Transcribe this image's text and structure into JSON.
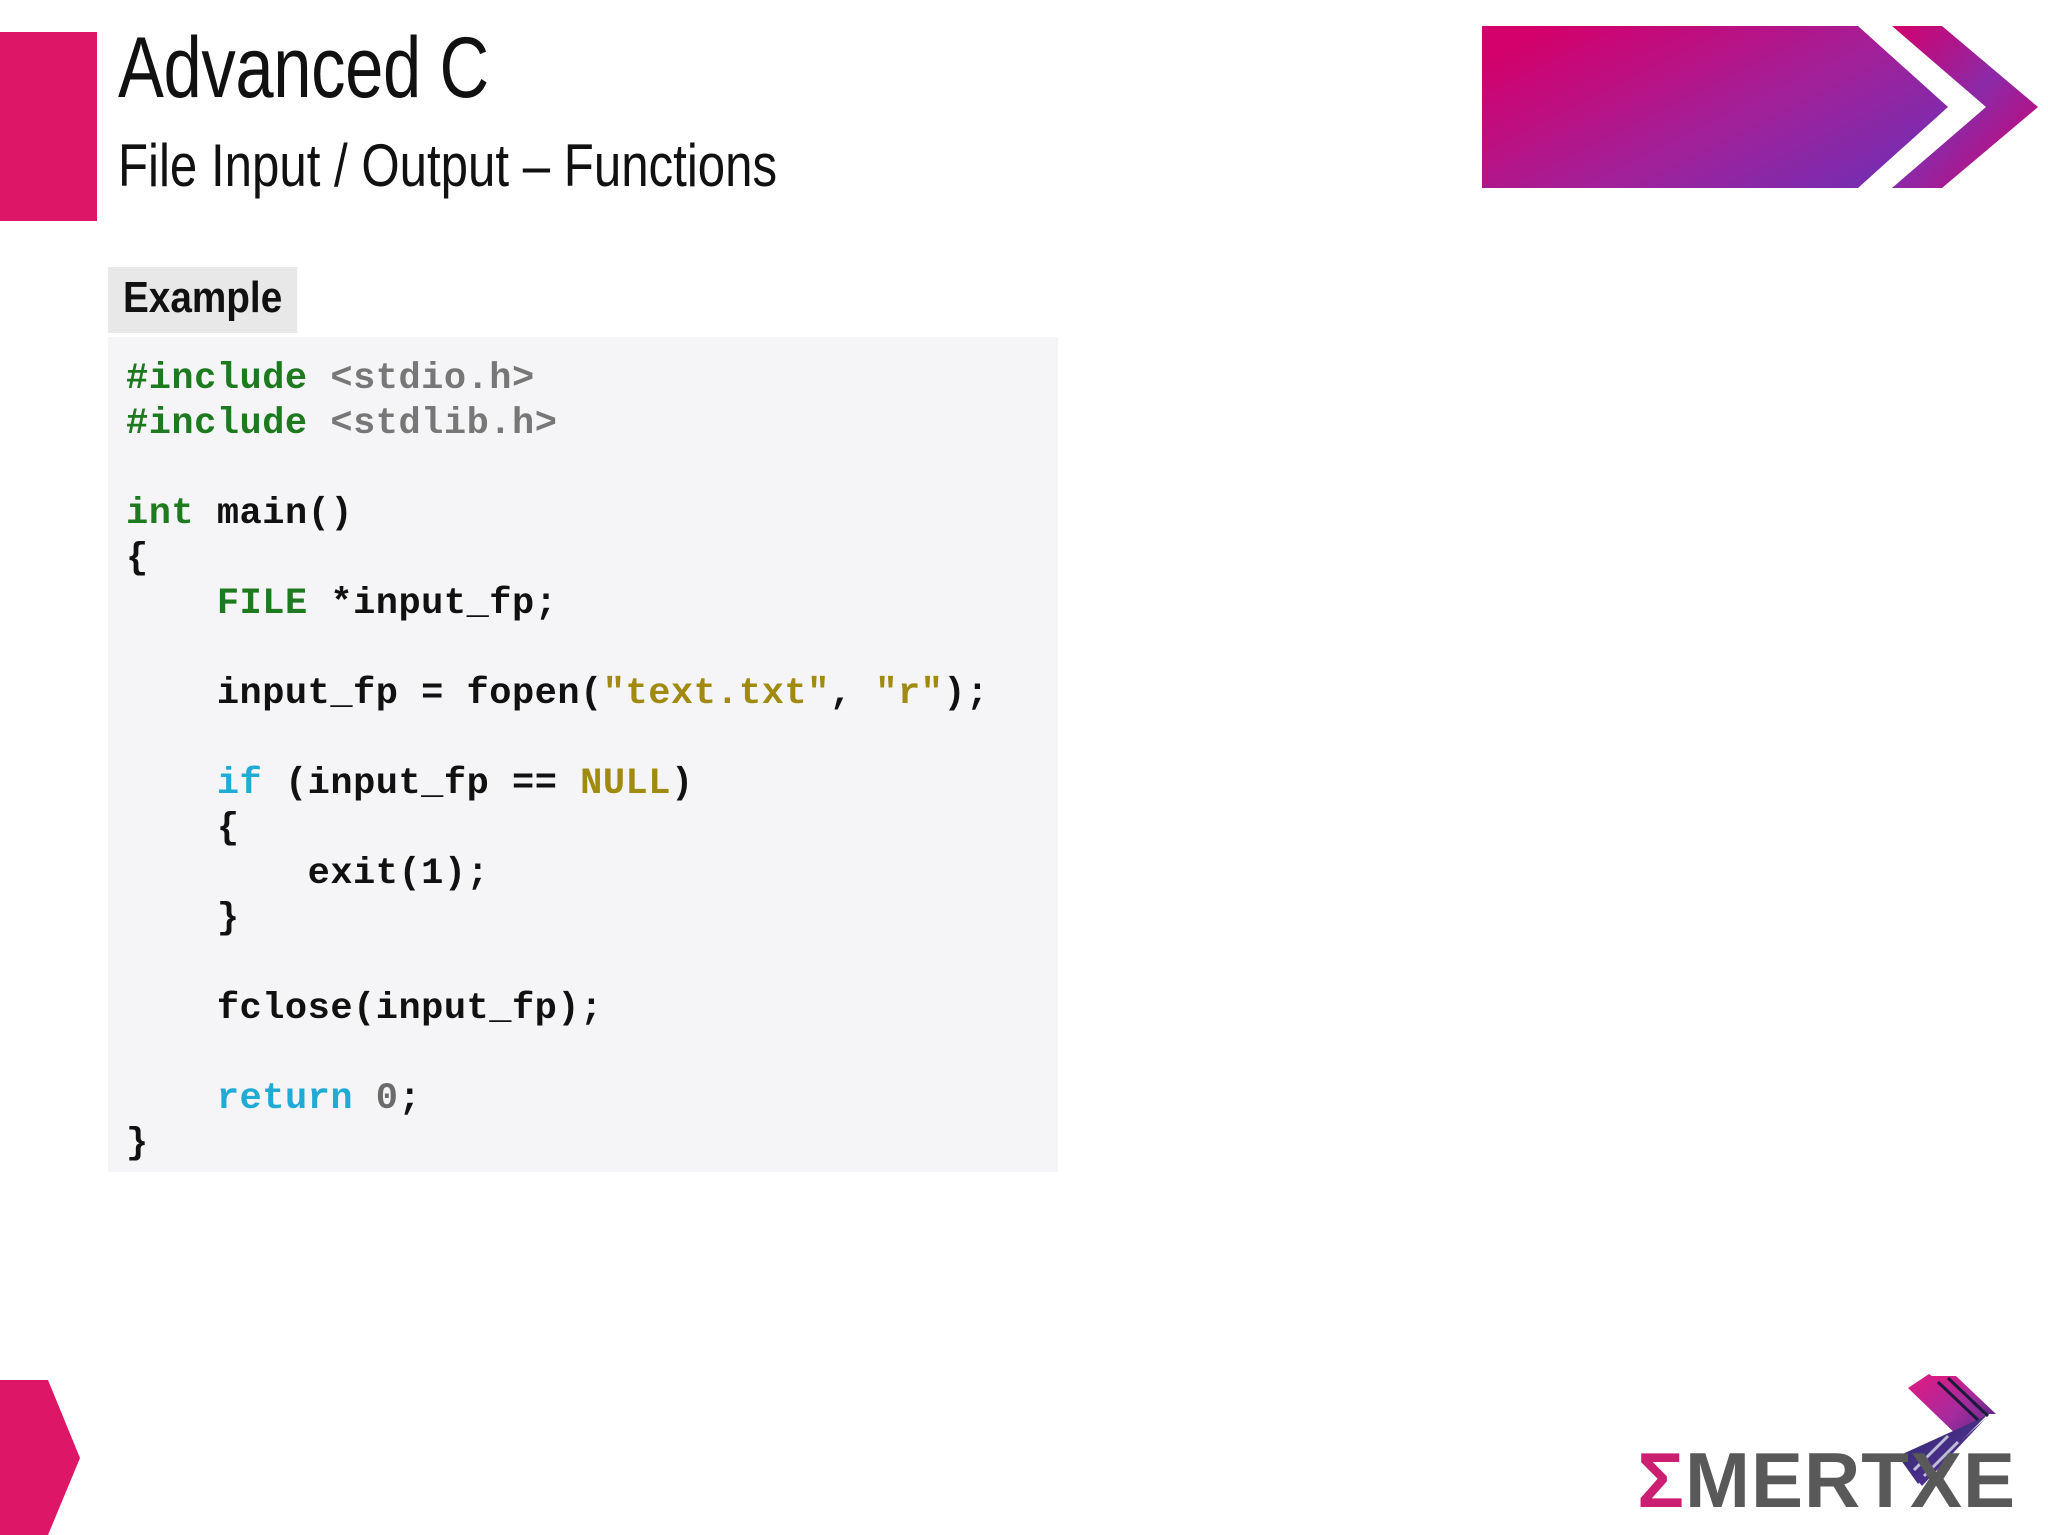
{
  "header": {
    "title": "Advanced C",
    "subtitle": "File Input / Output – Functions",
    "accent_color": "#dd1667",
    "arrow_gradient_from": "#d4006b",
    "arrow_gradient_to": "#6f2fb5"
  },
  "content": {
    "example_label": "Example",
    "code_block_background": "#f5f5f7",
    "code_lines": [
      {
        "tokens": [
          {
            "t": "#include",
            "c": "pre"
          },
          {
            "t": " ",
            "c": "plain"
          },
          {
            "t": "<stdio.h>",
            "c": "hdr"
          }
        ]
      },
      {
        "tokens": [
          {
            "t": "#include",
            "c": "pre"
          },
          {
            "t": " ",
            "c": "plain"
          },
          {
            "t": "<stdlib.h>",
            "c": "hdr"
          }
        ]
      },
      {
        "tokens": [
          {
            "t": "",
            "c": "plain"
          }
        ]
      },
      {
        "tokens": [
          {
            "t": "int",
            "c": "type"
          },
          {
            "t": " main()",
            "c": "plain"
          }
        ]
      },
      {
        "tokens": [
          {
            "t": "{",
            "c": "plain"
          }
        ]
      },
      {
        "tokens": [
          {
            "t": "    ",
            "c": "plain"
          },
          {
            "t": "FILE",
            "c": "type"
          },
          {
            "t": " *input_fp;",
            "c": "plain"
          }
        ]
      },
      {
        "tokens": [
          {
            "t": "",
            "c": "plain"
          }
        ]
      },
      {
        "tokens": [
          {
            "t": "    input_fp = fopen(",
            "c": "plain"
          },
          {
            "t": "\"text.txt\"",
            "c": "str"
          },
          {
            "t": ", ",
            "c": "plain"
          },
          {
            "t": "\"r\"",
            "c": "str"
          },
          {
            "t": ");",
            "c": "plain"
          }
        ]
      },
      {
        "tokens": [
          {
            "t": "",
            "c": "plain"
          }
        ]
      },
      {
        "tokens": [
          {
            "t": "    ",
            "c": "plain"
          },
          {
            "t": "if",
            "c": "kw"
          },
          {
            "t": " (input_fp == ",
            "c": "plain"
          },
          {
            "t": "NULL",
            "c": "const"
          },
          {
            "t": ")",
            "c": "plain"
          }
        ]
      },
      {
        "tokens": [
          {
            "t": "    {",
            "c": "plain"
          }
        ]
      },
      {
        "tokens": [
          {
            "t": "        exit(1);",
            "c": "plain"
          }
        ]
      },
      {
        "tokens": [
          {
            "t": "    }",
            "c": "plain"
          }
        ]
      },
      {
        "tokens": [
          {
            "t": "",
            "c": "plain"
          }
        ]
      },
      {
        "tokens": [
          {
            "t": "    fclose(input_fp);",
            "c": "plain"
          }
        ]
      },
      {
        "tokens": [
          {
            "t": "",
            "c": "plain"
          }
        ]
      },
      {
        "tokens": [
          {
            "t": "    ",
            "c": "plain"
          },
          {
            "t": "return",
            "c": "kw"
          },
          {
            "t": " ",
            "c": "plain"
          },
          {
            "t": "0",
            "c": "num"
          },
          {
            "t": ";",
            "c": "plain"
          }
        ]
      },
      {
        "tokens": [
          {
            "t": "}",
            "c": "plain"
          }
        ]
      }
    ]
  },
  "footer": {
    "brand_sigma": "Σ",
    "brand_name": "MERTXE",
    "brand_text_color": "#595959",
    "pennant_color": "#dd1667"
  }
}
